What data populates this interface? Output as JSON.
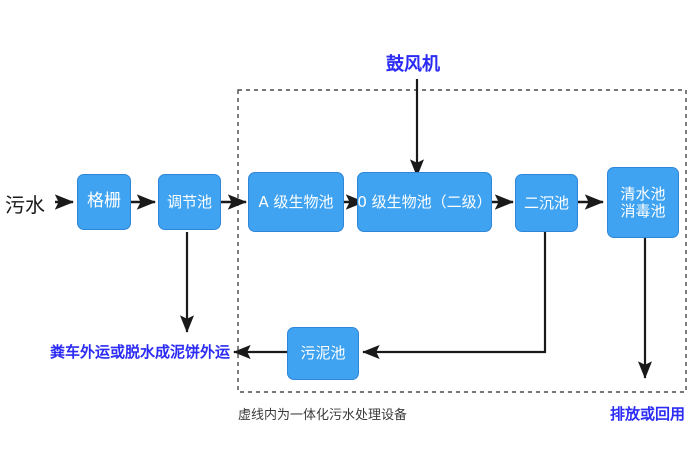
{
  "diagram": {
    "title_note": "",
    "colors": {
      "node_fill": "#3FA3F2",
      "node_border": "#2E86D8",
      "node_text": "#FFFFFF",
      "arrow": "#1a1a1a",
      "blue_label": "#2B2BF5",
      "black_label": "#1a1a1a",
      "dashed_border": "#4a4a4a"
    },
    "nodes": [
      {
        "id": "grille",
        "lines": [
          "格栅"
        ]
      },
      {
        "id": "regulating",
        "lines": [
          "调节池"
        ]
      },
      {
        "id": "a-stage",
        "lines": [
          "A 级生物池"
        ]
      },
      {
        "id": "o-stage",
        "lines": [
          "0 级生物池（二级）"
        ]
      },
      {
        "id": "second-sed",
        "lines": [
          "二沉池"
        ]
      },
      {
        "id": "clean-tank",
        "lines": [
          "清水池",
          "消毒池"
        ]
      },
      {
        "id": "sludge",
        "lines": [
          "污泥池"
        ]
      }
    ],
    "labels": {
      "inflow": "污水",
      "blower": "鼓风机",
      "sludge_disposal": "粪车外运或脱水成泥饼外运",
      "enclosure_note": "虚线内为一体化污水处理设备",
      "discharge": "排放或回用"
    }
  }
}
